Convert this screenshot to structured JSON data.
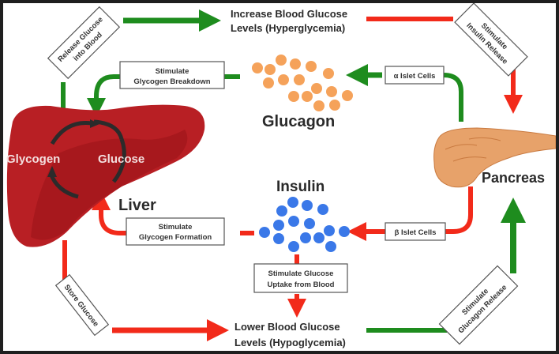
{
  "title": "Blood Glucose Regulation: Glucagon and Insulin Feedback Loop",
  "organs": {
    "liver": "Liver",
    "pancreas": "Pancreas",
    "liver_inner_left": "Glycogen",
    "liver_inner_right": "Glucose"
  },
  "hormones": {
    "glucagon": "Glucagon",
    "insulin": "Insulin"
  },
  "states": {
    "high_line1": "Increase Blood Glucose",
    "high_line2": "Levels (Hyperglycemia)",
    "low_line1": "Lower Blood Glucose",
    "low_line2": "Levels (Hypoglycemia)"
  },
  "boxes": {
    "release_glucose_1": "Release Glucose",
    "release_glucose_2": "into Blood",
    "stim_insulin_1": "Stimulate",
    "stim_insulin_2": "Insulin Release",
    "breakdown_1": "Stimulate",
    "breakdown_2": "Glycogen Breakdown",
    "alpha": "α Islet Cells",
    "beta": "β Islet Cells",
    "formation_1": "Stimulate",
    "formation_2": "Glycogen Formation",
    "uptake_1": "Stimulate Glucose",
    "uptake_2": "Uptake from Blood",
    "store": "Store Glucose",
    "stim_glucagon_1": "Stimulate",
    "stim_glucagon_2": "Glucagon Release"
  },
  "colors": {
    "green": "#1e8c1e",
    "red": "#f22a1a",
    "liver": "#b81f24",
    "glucagon_dot": "#f5a25a",
    "insulin_dot": "#3a78e8",
    "pancreas": "#e7a26a"
  }
}
